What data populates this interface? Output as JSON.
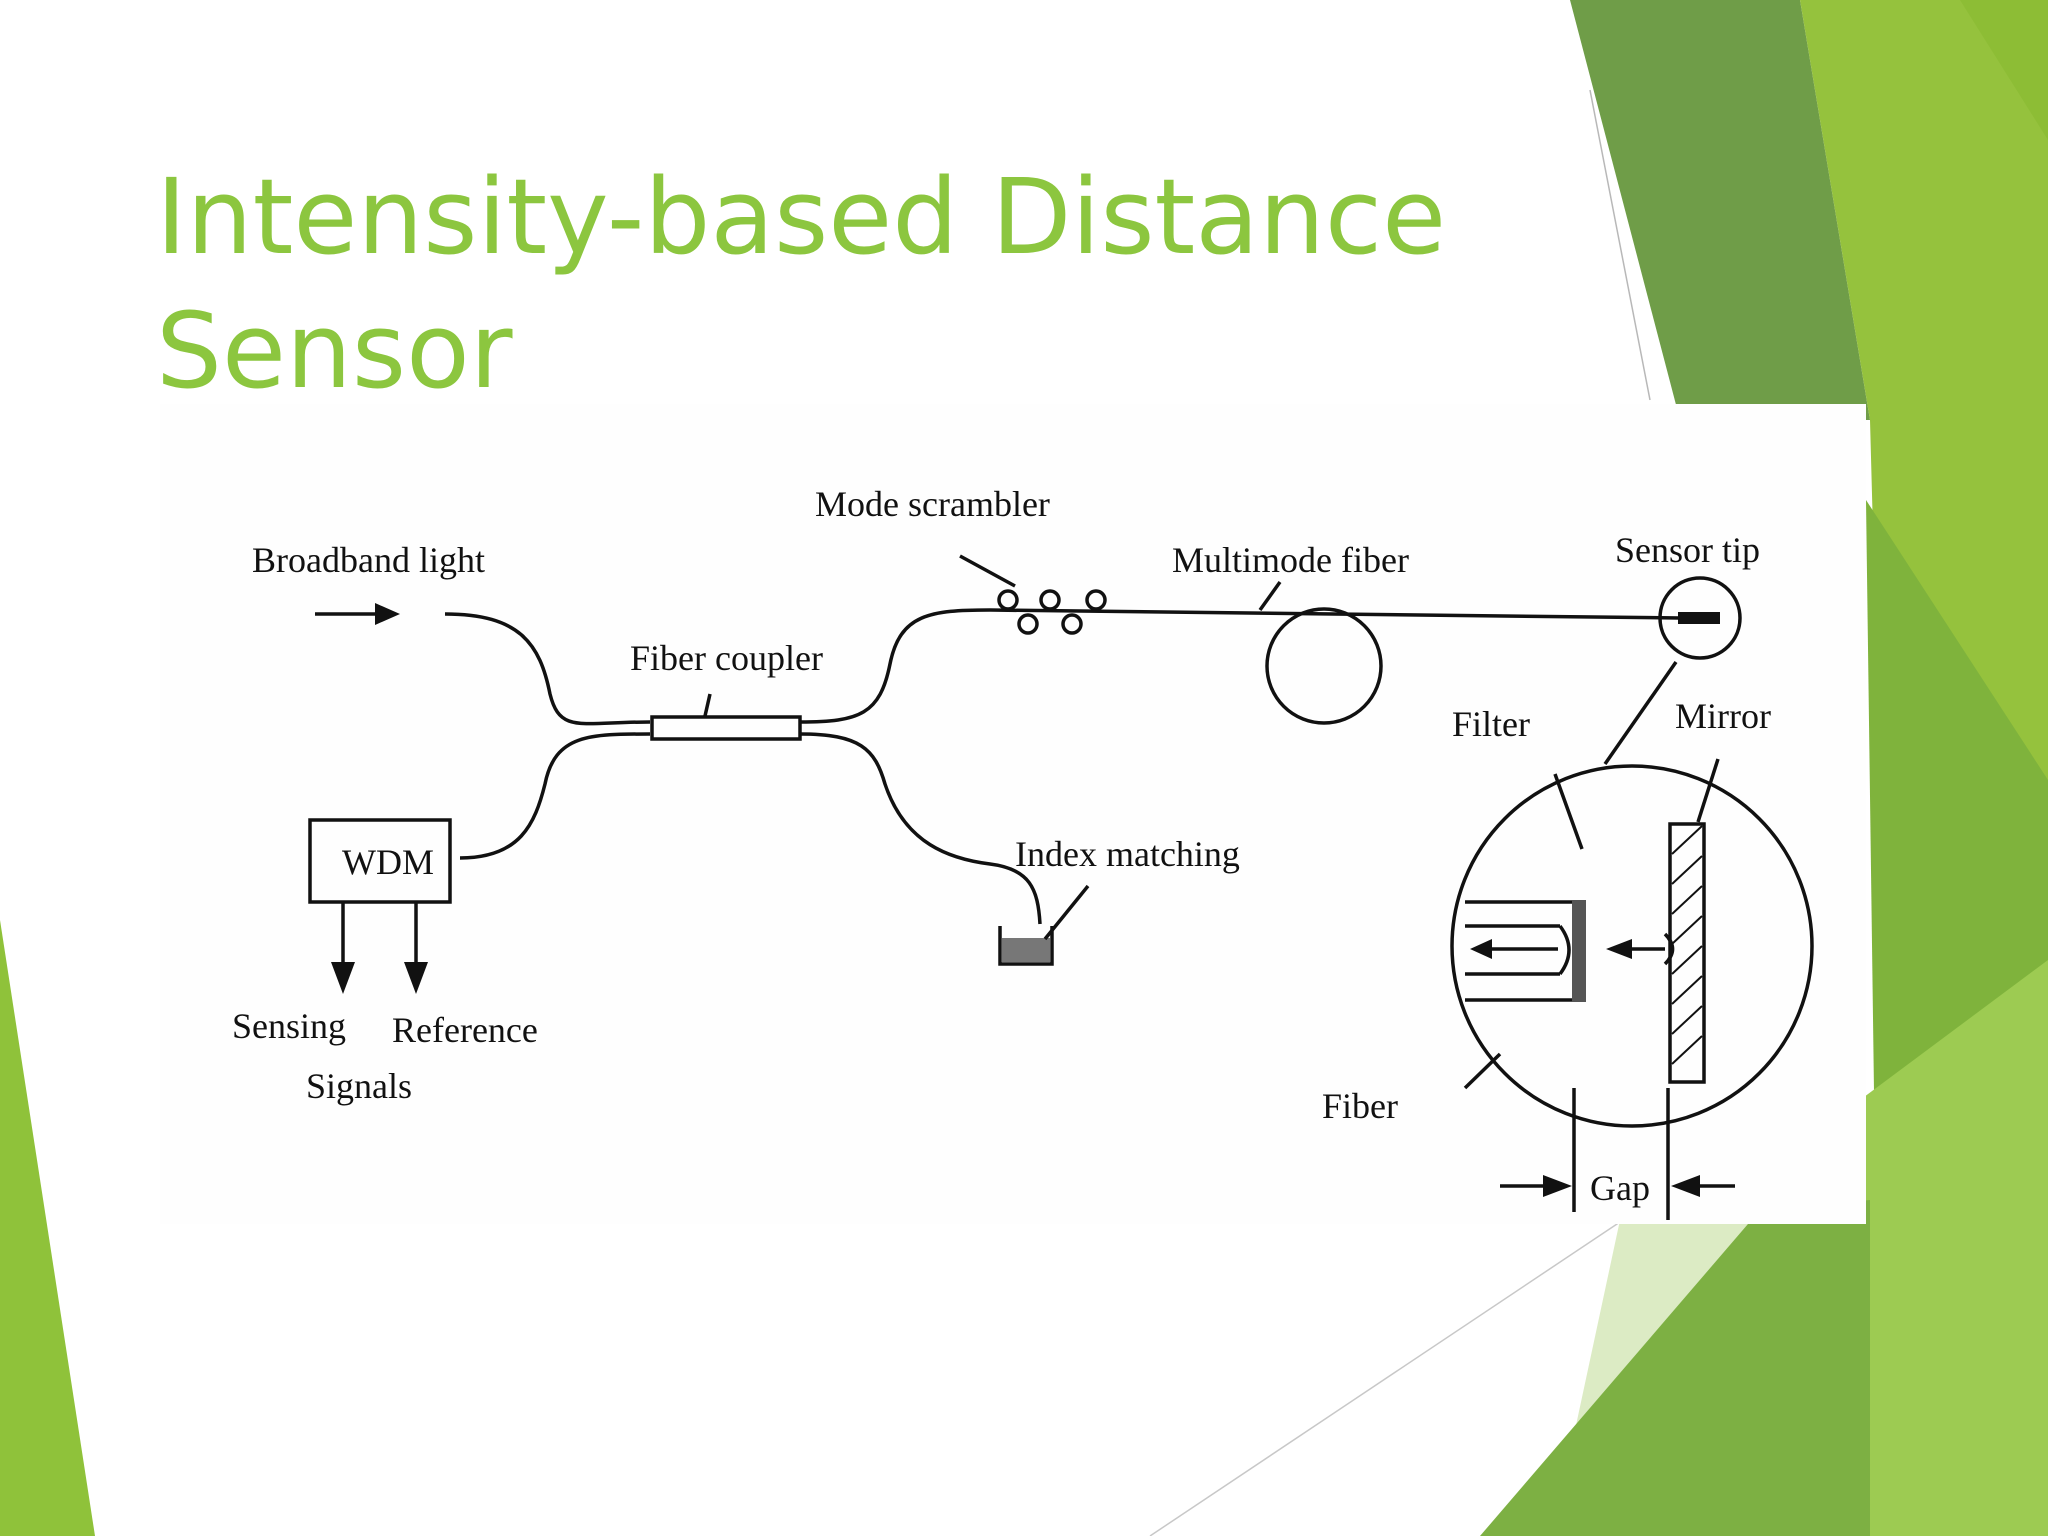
{
  "slide": {
    "title_line1": "Intensity-based Distance",
    "title_line2": "Sensor"
  },
  "colors": {
    "title": "#8cc63f",
    "decor_light": "#9fcb4b",
    "decor_mid": "#7aaa3c",
    "decor_dark": "#6b9a48",
    "decor_pale": "#dcebc4"
  },
  "diagram": {
    "broadband_light": "Broadband light",
    "fiber_coupler": "Fiber coupler",
    "mode_scrambler": "Mode scrambler",
    "multimode_fiber": "Multimode fiber",
    "sensor_tip": "Sensor tip",
    "wdm": "WDM",
    "sensing": "Sensing",
    "reference": "Reference",
    "signals": "Signals",
    "index_matching": "Index matching",
    "filter": "Filter",
    "mirror": "Mirror",
    "fiber": "Fiber",
    "gap": "Gap"
  }
}
